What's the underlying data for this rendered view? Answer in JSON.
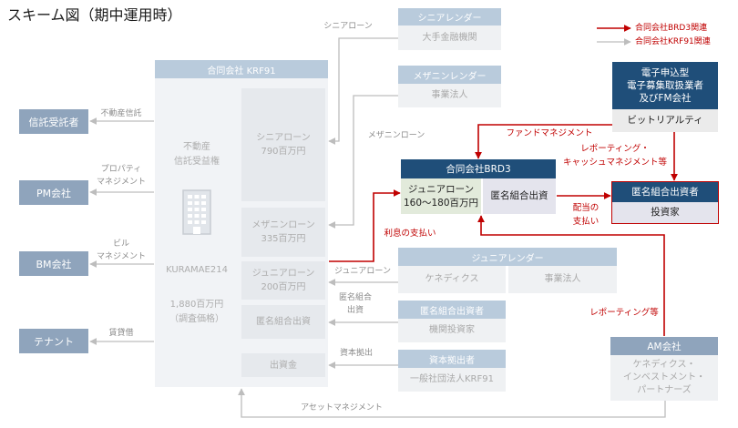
{
  "title": "スキーム図（期中運用時）",
  "colors": {
    "navy": "#1f4e79",
    "steel": "#8fa4bc",
    "light_steel": "#b9cbdc",
    "brd3_red": "#c00000",
    "krf91_gray": "#bdbdbd"
  },
  "legend": [
    {
      "label": "合同会社BRD3関連"
    },
    {
      "label": "合同会社KRF91関連"
    }
  ],
  "left_parties": [
    {
      "name": "信託受託者",
      "flow": [
        "不動産信託"
      ]
    },
    {
      "name": "PM会社",
      "flow": [
        "プロパティ",
        "マネジメント"
      ]
    },
    {
      "name": "BM会社",
      "flow": [
        "ビル",
        "マネジメント"
      ]
    },
    {
      "name": "テナント",
      "flow": [
        "賃貸借"
      ]
    }
  ],
  "krf91": {
    "header": "合同会社 KRF91",
    "asset": {
      "lines": [
        "不動産",
        "信託受益権"
      ],
      "icon": "building-icon",
      "name": "KURAMAE214",
      "value": "1,880百万円",
      "note": "（調査価格）"
    },
    "liabilities": [
      {
        "label": "シニアローン",
        "amount": "790百万円"
      },
      {
        "label": "メザニンローン",
        "amount": "335百万円"
      },
      {
        "label": "ジュニアローン",
        "amount": "200百万円"
      },
      {
        "label": "匿名組合出資"
      },
      {
        "label": "出資金"
      }
    ]
  },
  "krf91_counterparties": {
    "senior_lender": {
      "header": "シニアレンダー",
      "body": "大手金融機関",
      "flow": "シニアローン"
    },
    "mezzanine_lender": {
      "header": "メザニンレンダー",
      "body": "事業法人",
      "flow": "メザニンローン"
    },
    "junior_lender": {
      "header": "ジュニアレンダー",
      "bodies": [
        "ケネディクス",
        "事業法人"
      ],
      "flow": "ジュニアローン"
    },
    "tk_investor": {
      "header": "匿名組合出資者",
      "body": "機関投資家",
      "flow": [
        "匿名組合",
        "出資"
      ]
    },
    "capital_provider": {
      "header": "資本拠出者",
      "body": "一般社団法人KRF91",
      "flow": "資本拠出"
    },
    "am_company": {
      "header": "AM会社",
      "body": [
        "ケネディクス・",
        "インベストメント・",
        "パートナーズ"
      ],
      "flow": "アセットマネジメント"
    }
  },
  "brd3": {
    "header": "合同会社BRD3",
    "junior_loan": [
      "ジュニアローン",
      "160～180百万円"
    ],
    "tk_equity": "匿名組合出資"
  },
  "brd3_counterparties": {
    "investor": {
      "header": "匿名組合出資者",
      "body": "投資家"
    },
    "platform": {
      "header": [
        "電子申込型",
        "電子募集取扱業者",
        "及びFM会社"
      ],
      "body": "ビットリアルティ"
    }
  },
  "brd3_flows": {
    "fund_management": "ファンドマネジメント",
    "reporting_cash": [
      "レポーティング・",
      "キャッシュマネジメント等"
    ],
    "dividend": [
      "配当の",
      "支払い"
    ],
    "interest": "利息の支払い",
    "reporting": "レポーティング等"
  }
}
